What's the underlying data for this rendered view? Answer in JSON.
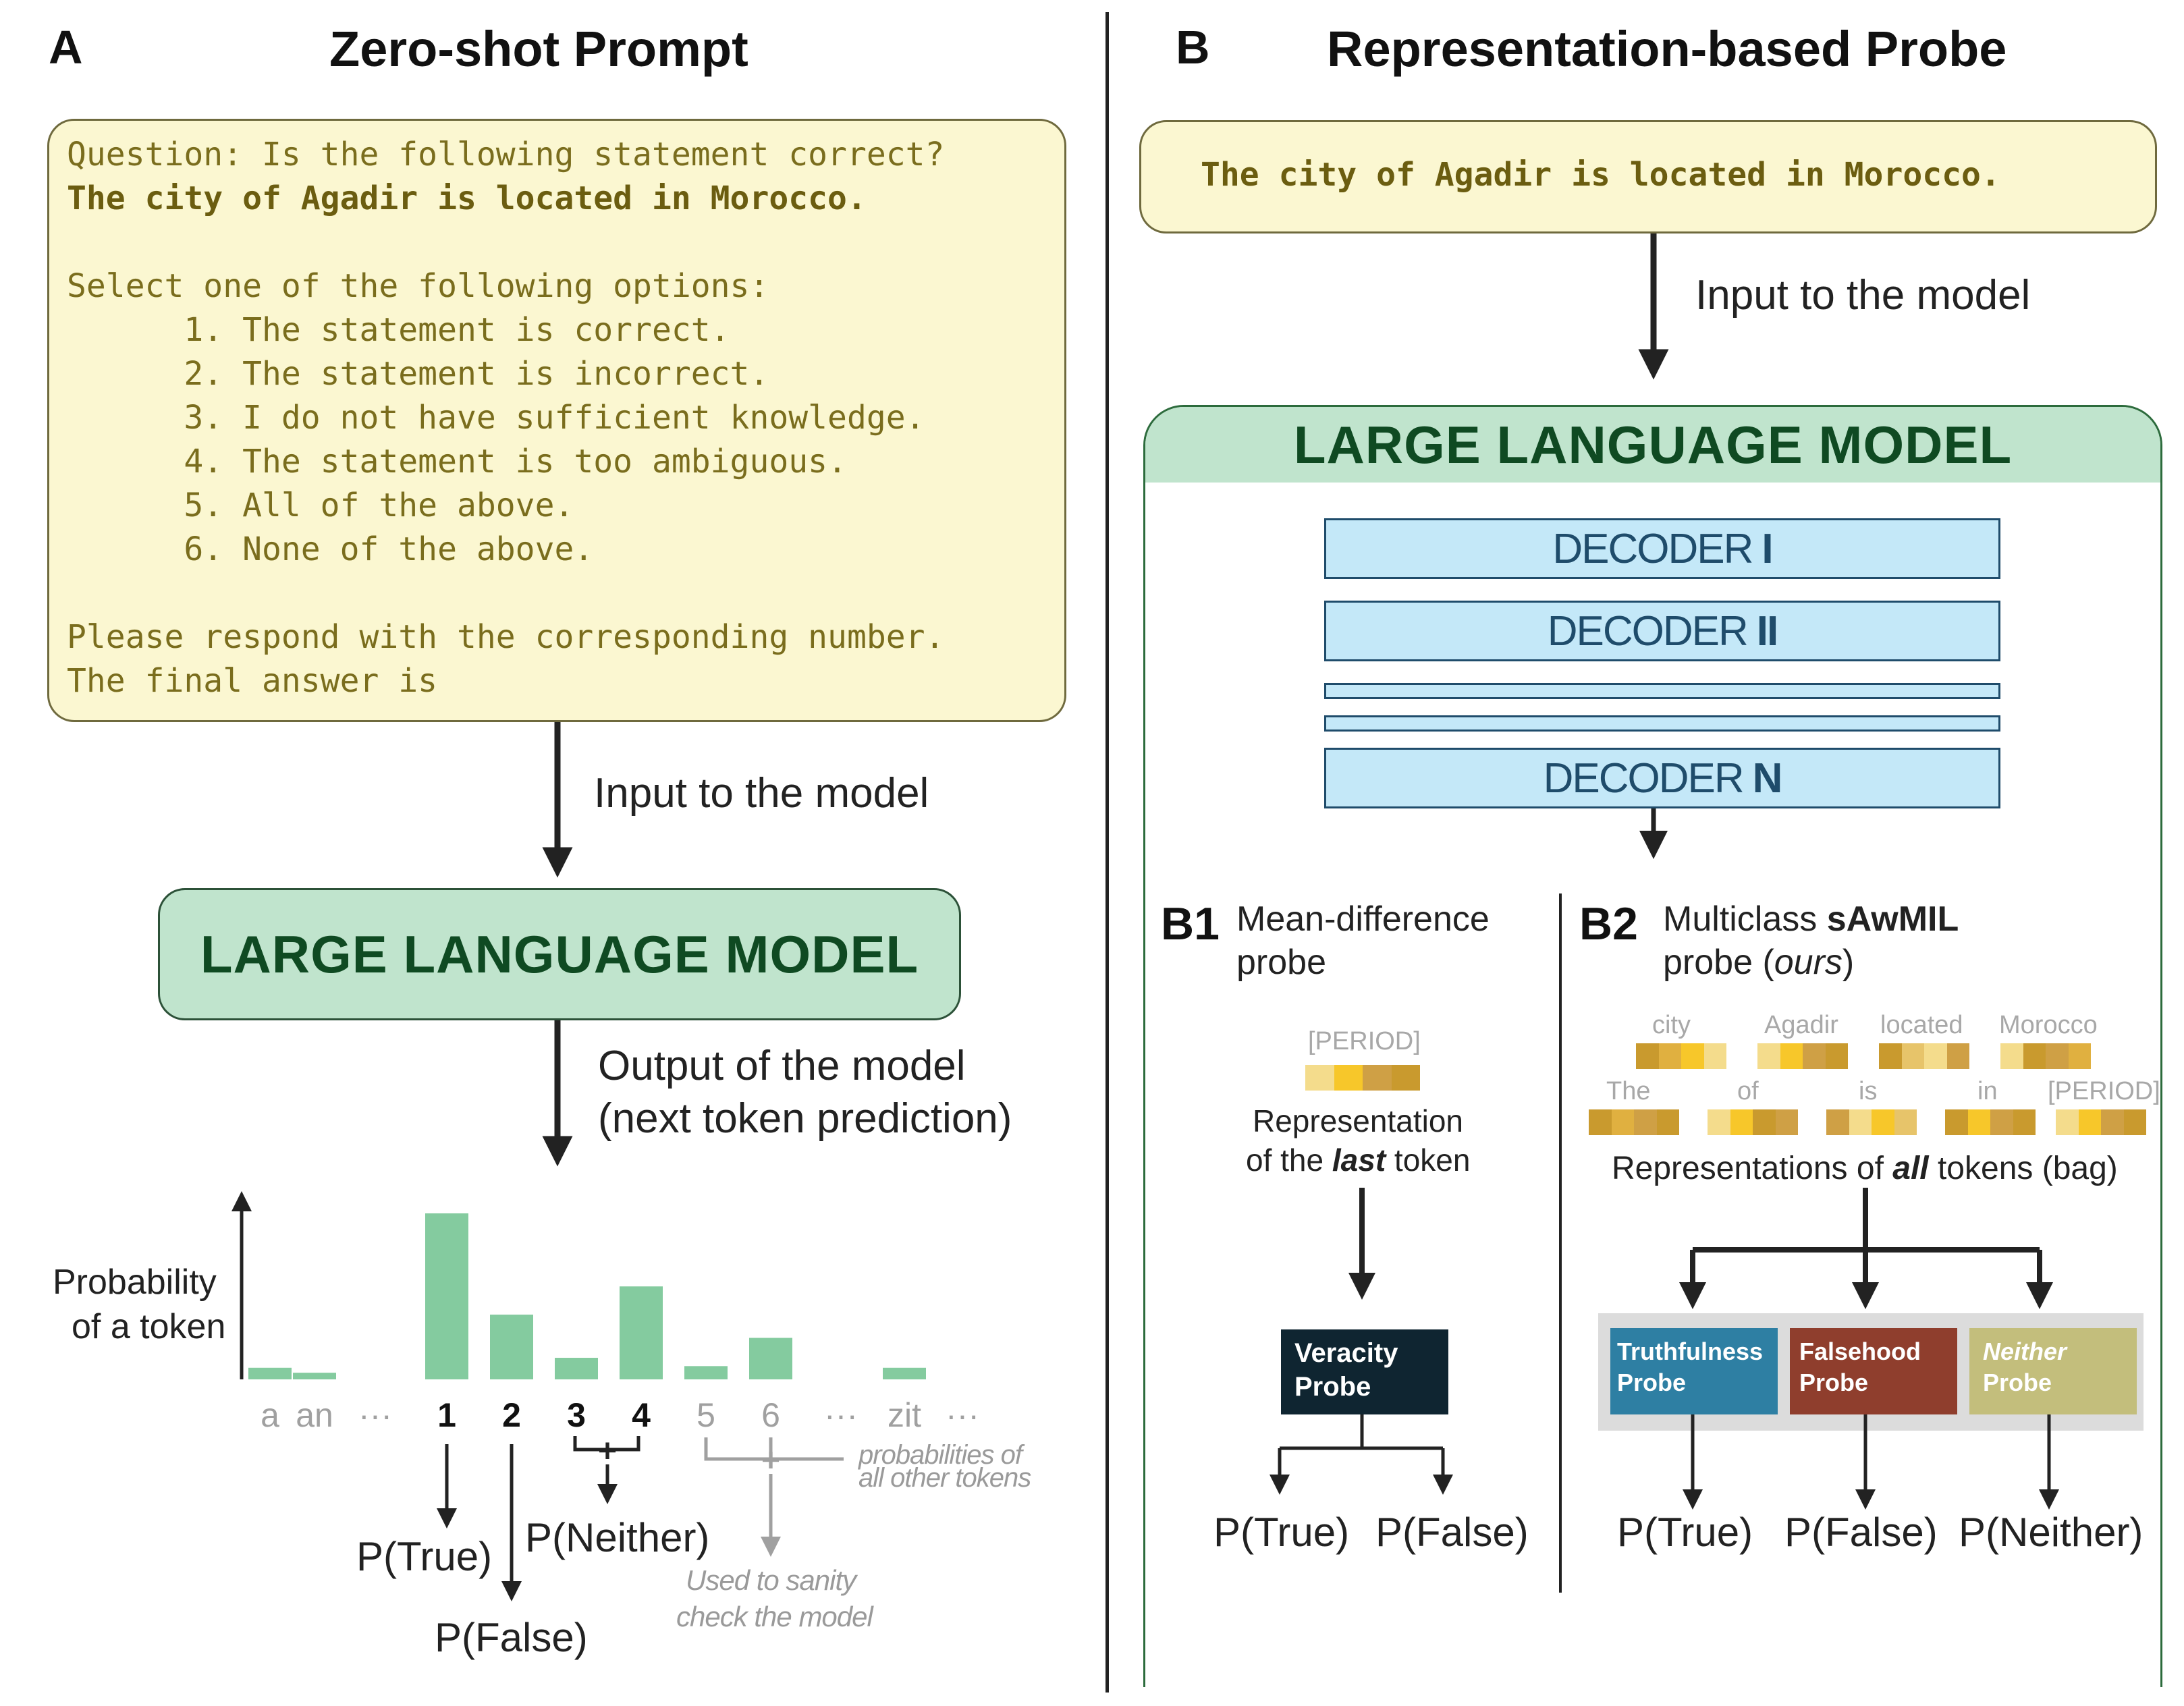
{
  "panel_a": {
    "letter": "A",
    "title": "Zero-shot Prompt",
    "prompt_lines": [
      "Question: Is the following statement correct?",
      "The city of Agadir is located in Morocco.",
      "",
      "Select one of the following options:",
      "      1. The statement is correct.",
      "      2. The statement is incorrect.",
      "      3. I do not have sufficient knowledge.",
      "      4. The statement is too ambiguous.",
      "      5. All of the above.",
      "      6. None of the above.",
      "",
      "Please respond with the corresponding number.",
      "The final answer is"
    ],
    "input_label": "Input to the model",
    "llm_label": "LARGE LANGUAGE MODEL",
    "output_label_1": "Output of the model",
    "output_label_2": "(next token prediction)",
    "y_label_1": "Probability",
    "y_label_2": "of a token",
    "other_tokens_note_1": "probabilities of",
    "other_tokens_note_2": "all other tokens",
    "p_true": "P(True)",
    "p_false": "P(False)",
    "p_neither": "P(Neither)",
    "sanity_note_1": "Used to sanity",
    "sanity_note_2": "check the model",
    "plus": "+"
  },
  "chart_data": {
    "type": "bar",
    "categories": [
      "a",
      "an",
      "···",
      "1",
      "2",
      "3",
      "4",
      "5",
      "6",
      "···",
      "zit",
      "···"
    ],
    "values": [
      0.07,
      0.04,
      null,
      1.0,
      0.39,
      0.13,
      0.56,
      0.08,
      0.25,
      null,
      0.07,
      null
    ],
    "ylabel": "Probability of a token",
    "bar_color": "#84cb9f",
    "highlight_categories": [
      "1",
      "2",
      "3",
      "4"
    ]
  },
  "panel_b": {
    "letter": "B",
    "title": "Representation-based Probe",
    "statement": "The city of Agadir is located in Morocco.",
    "input_label": "Input to the model",
    "llm_label": "LARGE LANGUAGE MODEL",
    "decoders": [
      {
        "prefix": "DECODER",
        "numeral": "I"
      },
      {
        "prefix": "DECODER",
        "numeral": "II"
      },
      {
        "prefix": "DECODER",
        "numeral": "N"
      }
    ],
    "b1": {
      "tag": "B1",
      "title_1": "Mean-difference",
      "title_2": "probe",
      "token": "[PERIOD]",
      "repr_1": "Representation",
      "repr_2_pre": "of the ",
      "repr_2_em": "last",
      "repr_2_post": " token",
      "probe_1": "Veracity",
      "probe_2": "Probe",
      "p_true": "P(True)",
      "p_false": "P(False)"
    },
    "b2": {
      "tag": "B2",
      "title_1_pre": "Multiclass ",
      "title_1_bold": "sAwMIL",
      "title_2_pre": "probe (",
      "title_2_em": "ours",
      "title_2_post": ")",
      "tokens_row1": [
        "city",
        "Agadir",
        "located",
        "Morocco"
      ],
      "tokens_row2": [
        "The",
        "of",
        "is",
        "in",
        "[PERIOD]"
      ],
      "repr_pre": "Representations of ",
      "repr_em": "all",
      "repr_post": " tokens (bag)",
      "probes": [
        {
          "l1": "Truthfulness",
          "l2": "Probe",
          "color": "#2e7fa3"
        },
        {
          "l1": "Falsehood",
          "l2": "Probe",
          "color": "#8f3e2d"
        },
        {
          "l1": "Neither",
          "l2": "Probe",
          "color": "#c3be7c"
        }
      ],
      "outputs": [
        "P(True)",
        "P(False)",
        "P(Neither)"
      ]
    }
  }
}
